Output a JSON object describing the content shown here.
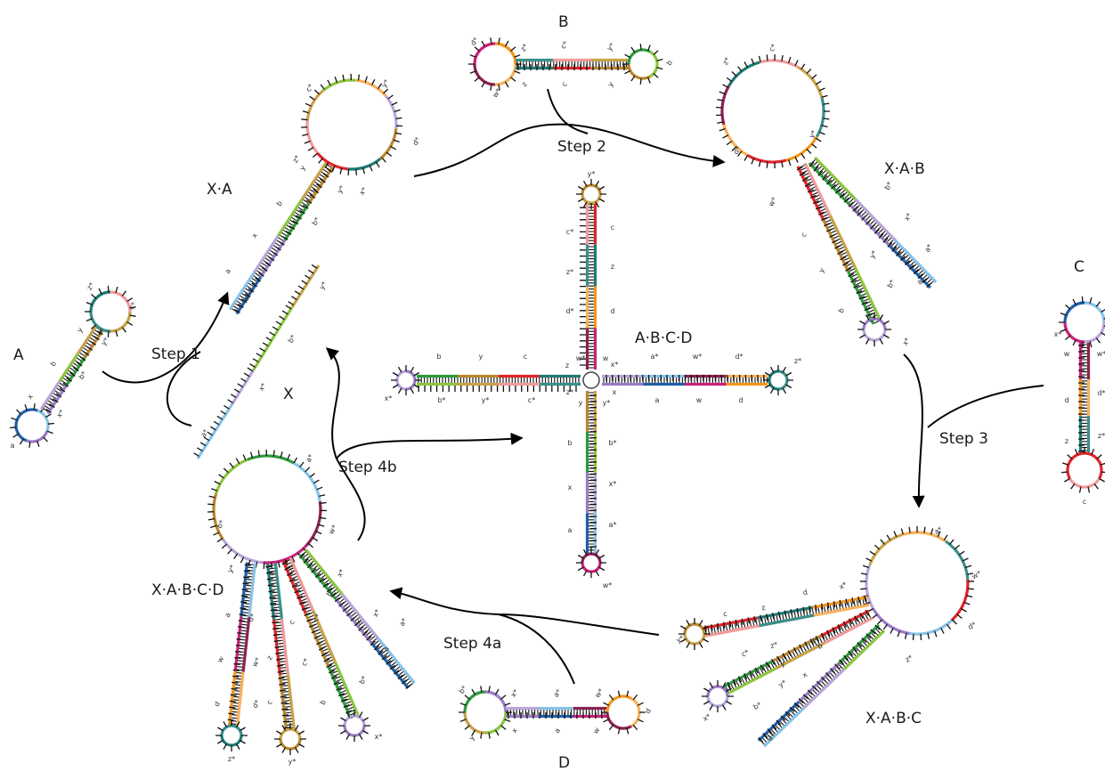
{
  "complex_labels": {
    "A": "A",
    "B": "B",
    "C": "C",
    "D": "D",
    "X": "X",
    "XA": "X·A",
    "XAB": "X·A·B",
    "XABC": "X·A·B·C",
    "XABCD": "X·A·B·C·D",
    "ABCD": "A·B·C·D"
  },
  "steps": {
    "s1": "Step 1",
    "s2": "Step 2",
    "s3": "Step 3",
    "s4a": "Step 4a",
    "s4b": "Step 4b"
  },
  "domains": {
    "a": "a",
    "a_star": "a*",
    "b": "b",
    "b_star": "b*",
    "c": "c",
    "c_star": "c*",
    "d": "d",
    "d_star": "d*",
    "w": "w",
    "w_star": "w*",
    "x": "x",
    "x_star": "x*",
    "y": "y",
    "y_star": "y*",
    "z": "z",
    "z_star": "z*"
  },
  "colors": {
    "a": "#1f5fa8",
    "b": "#2e9a3c",
    "c": "#e0242a",
    "d": "#f2971b",
    "w": "#c8217a",
    "x": "#9b7cc4",
    "y": "#b8862e",
    "z": "#1f7a72",
    "a_star": "#88c3e8",
    "b_star": "#8cc63f",
    "c_star": "#f19a9a",
    "d_star": "#f7b25a",
    "w_star": "#8b2252",
    "x_star": "#b9a6d8",
    "y_star": "#c8a24a",
    "z_star": "#3a8f8a",
    "tick": "#111111",
    "arrow": "#000000"
  }
}
